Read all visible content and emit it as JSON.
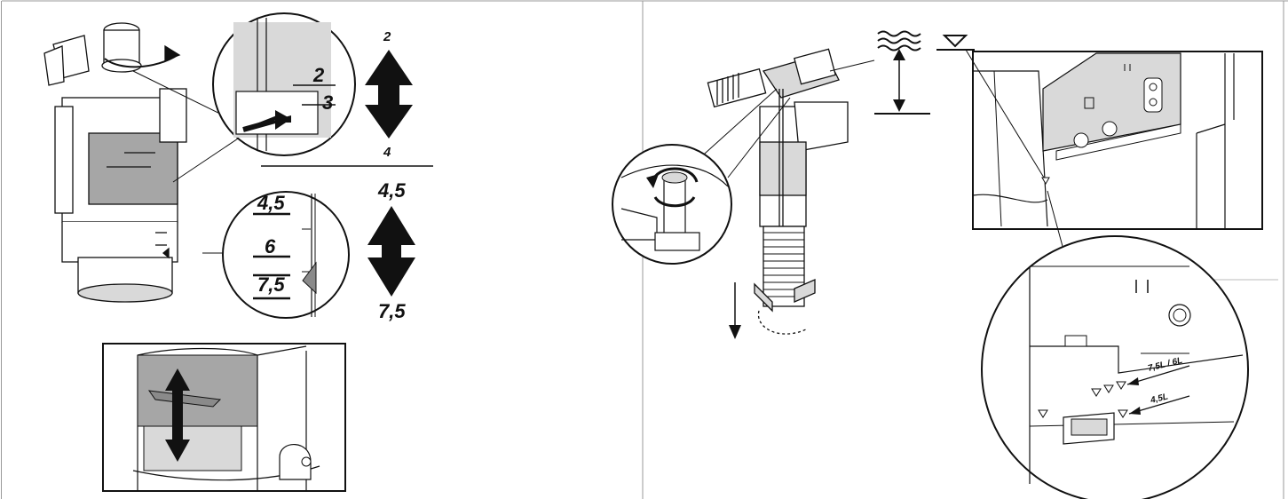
{
  "left_panel": {
    "top_arrow": {
      "top_label": "2",
      "bottom_label": "4"
    },
    "zoom_top": {
      "label_a": "2",
      "label_b": "3"
    },
    "zoom_mid": {
      "label_a": "4,5",
      "label_b": "6",
      "label_c": "7,5"
    },
    "mid_arrow": {
      "top_label": "4,5",
      "bottom_label": "7,5"
    }
  },
  "right_panel": {
    "zoom_bottom": {
      "label_upper": "7,5L / 6L",
      "label_lower": "4,5L"
    }
  },
  "colors": {
    "line": "#111111",
    "light_grey": "#d9d9d9",
    "mid_grey": "#a6a6a6",
    "dark_grey": "#6e6e6e"
  }
}
